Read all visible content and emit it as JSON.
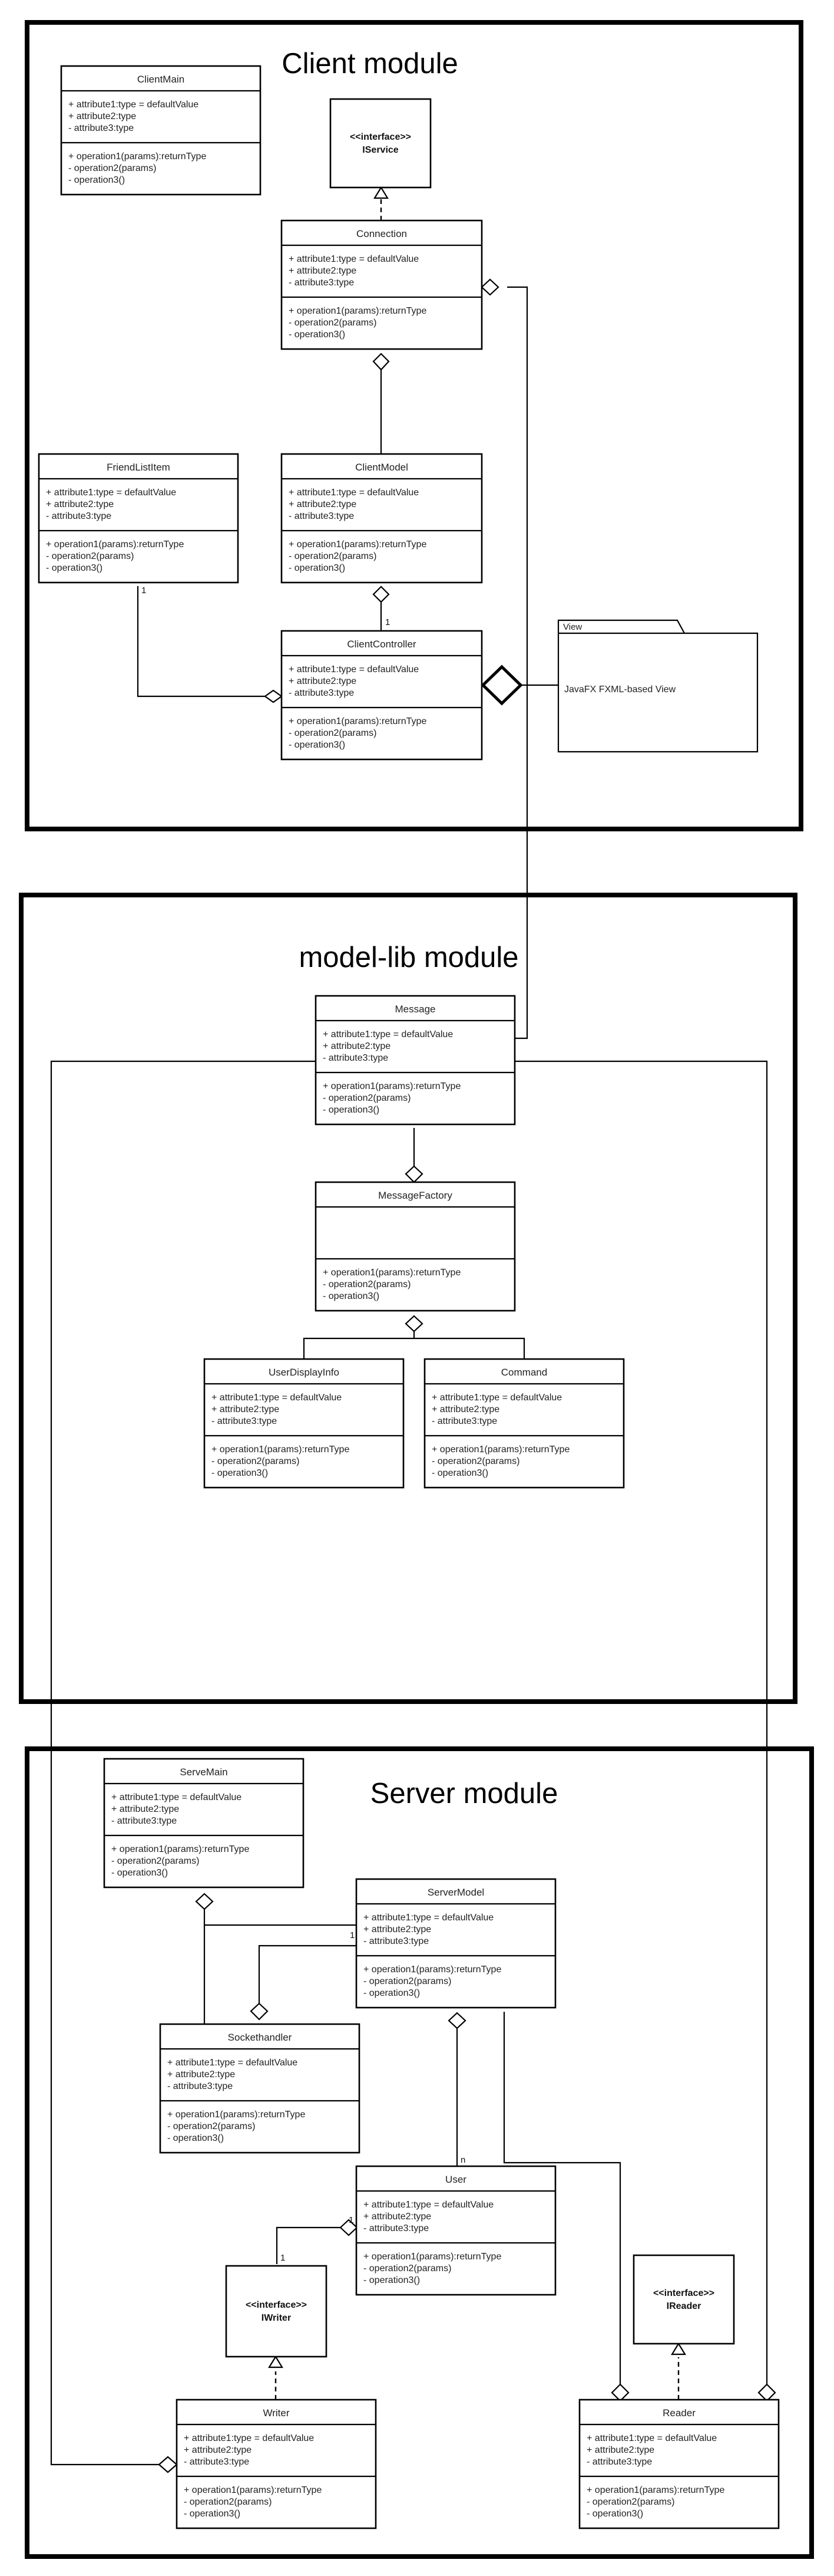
{
  "modules": {
    "client": "Client module",
    "modellib": "model-lib module",
    "server": "Server module"
  },
  "member_template": {
    "attributes": [
      "+ attribute1:type = defaultValue",
      "+ attribute2:type",
      "- attribute3:type"
    ],
    "operations": [
      "+ operation1(params):returnType",
      "- operation2(params)",
      "- operation3()"
    ]
  },
  "classes": {
    "clientmain": {
      "name": "ClientMain"
    },
    "connection": {
      "name": "Connection"
    },
    "friendlistitem": {
      "name": "FriendListItem"
    },
    "clientmodel": {
      "name": "ClientModel"
    },
    "clientcontroller": {
      "name": "ClientController"
    },
    "message": {
      "name": "Message"
    },
    "messagefactory": {
      "name": "MessageFactory",
      "attributes": []
    },
    "userdisplayinfo": {
      "name": "UserDisplayInfo"
    },
    "command": {
      "name": "Command"
    },
    "servemain": {
      "name": "ServeMain"
    },
    "servermodel": {
      "name": "ServerModel"
    },
    "sockethandler": {
      "name": "Sockethandler"
    },
    "user": {
      "name": "User"
    },
    "writer": {
      "name": "Writer"
    },
    "reader": {
      "name": "Reader"
    }
  },
  "interfaces": {
    "iservice": {
      "stereotype": "<<interface>>",
      "name": "IService"
    },
    "iwriter": {
      "stereotype": "<<interface>>",
      "name": "IWriter"
    },
    "ireader": {
      "stereotype": "<<interface>>",
      "name": "IReader"
    }
  },
  "view_package": {
    "tab": "View",
    "text": "JavaFX FXML-based View"
  },
  "multiplicities": {
    "friendlist_one": "1",
    "controller_one": "1",
    "servermodel_one": "1",
    "user_n": "n",
    "user_one": "1",
    "iwriter_one": "1"
  }
}
